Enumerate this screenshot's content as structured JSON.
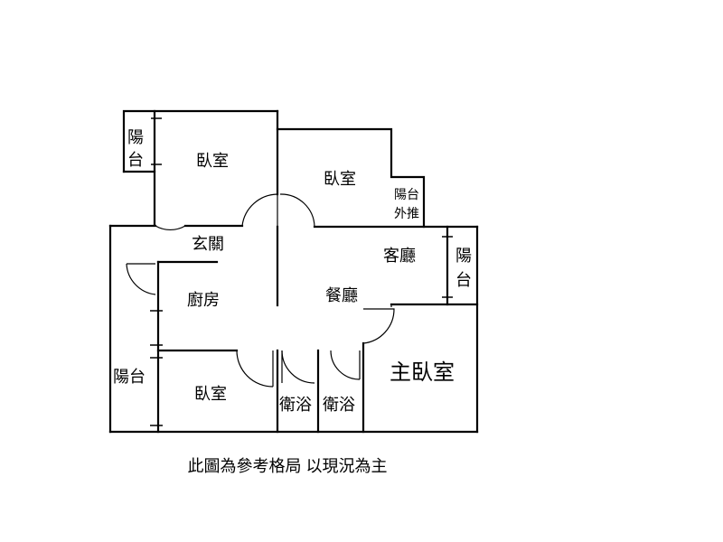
{
  "floorplan": {
    "rooms": {
      "balcony_topleft_1": "陽",
      "balcony_topleft_2": "台",
      "bedroom_topleft": "臥室",
      "bedroom_top": "臥室",
      "balcony_ext_1": "陽台",
      "balcony_ext_2": "外推",
      "entrance": "玄關",
      "living_room": "客廳",
      "balcony_right_1": "陽",
      "balcony_right_2": "台",
      "kitchen": "廚房",
      "dining": "餐廳",
      "balcony_left": "陽台",
      "bedroom_bottom": "臥室",
      "bath_1": "衛浴",
      "bath_2": "衛浴",
      "master_bedroom": "主臥室"
    },
    "note": "此圖為參考格局 以現況為主"
  }
}
